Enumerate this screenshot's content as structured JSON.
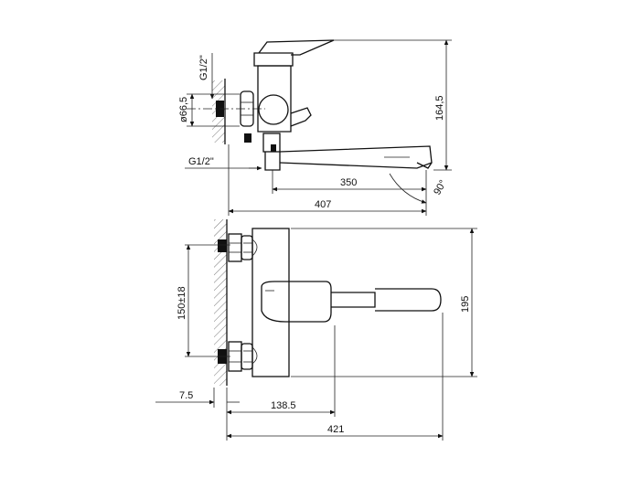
{
  "top_view": {
    "thread_vertical": "G1/2\"",
    "diameter": "ø66,5",
    "thread_horizontal": "G1/2\"",
    "height": "164,5",
    "spout_length": "350",
    "angle": "90°",
    "total_depth": "407"
  },
  "front_view": {
    "center_distance": "150±18",
    "height": "195",
    "wall_offset": "7.5",
    "handle_length": "138.5",
    "total_length": "421"
  }
}
